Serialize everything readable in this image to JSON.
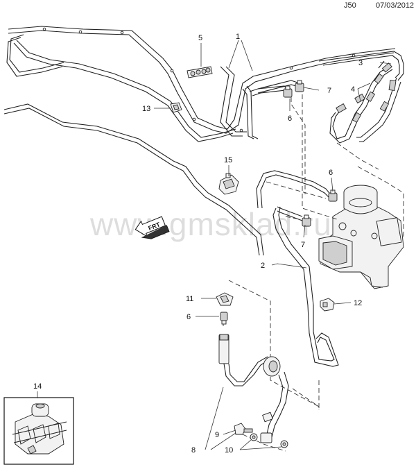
{
  "header": {
    "code": "J50",
    "date": "07/03/2012"
  },
  "watermark": "www.gmsklad.ru",
  "direction_label": "FRT",
  "callouts": {
    "c1": "1",
    "c2": "2",
    "c3": "3",
    "c4": "4",
    "c5": "5",
    "c6a": "6",
    "c6b": "6",
    "c6c": "6",
    "c7a": "7",
    "c7b": "7",
    "c8": "8",
    "c9": "9",
    "c10": "10",
    "c11": "11",
    "c12": "12",
    "c13": "13",
    "c14": "14",
    "c15": "15"
  }
}
